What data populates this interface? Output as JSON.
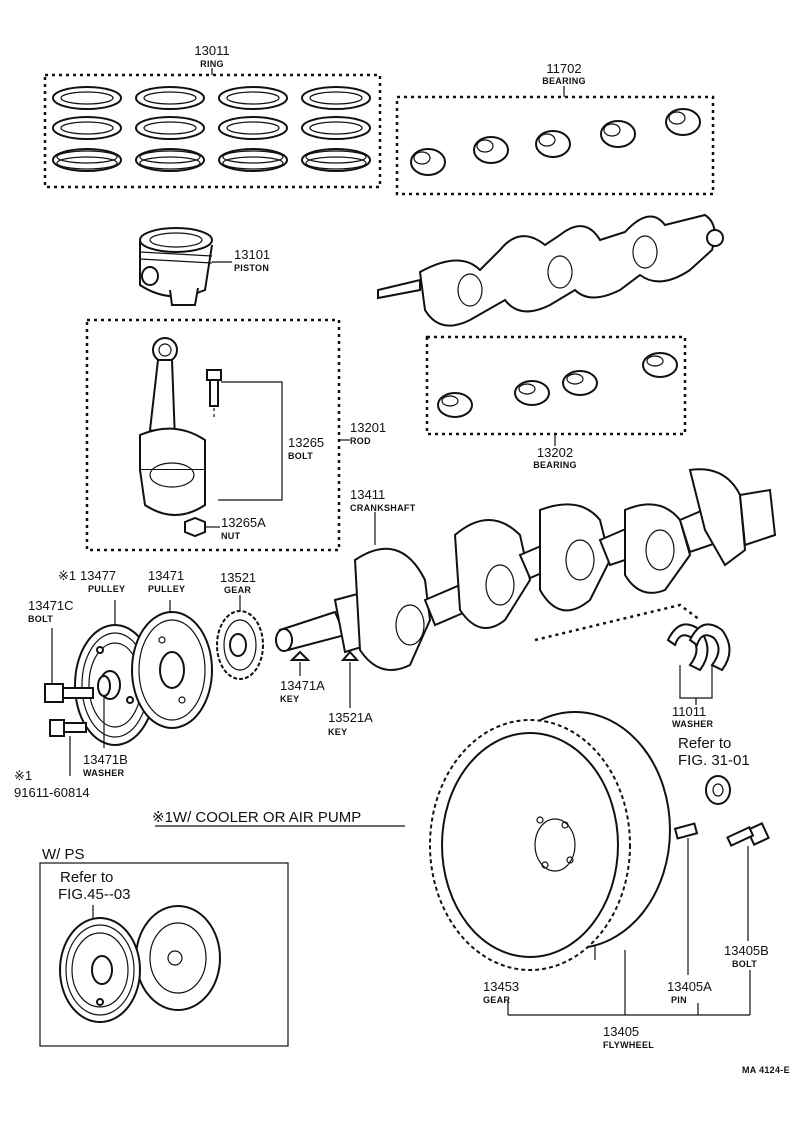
{
  "parts": {
    "ring": {
      "number": "13011",
      "name": "RING"
    },
    "bearing_upper": {
      "number": "11702",
      "name": "BEARING"
    },
    "piston": {
      "number": "13101",
      "name": "PISTON"
    },
    "rod": {
      "number": "13201",
      "name": "ROD"
    },
    "rod_bolt": {
      "number": "13265",
      "name": "BOLT"
    },
    "rod_nut": {
      "number": "13265A",
      "name": "NUT"
    },
    "bearing_lower": {
      "number": "13202",
      "name": "BEARING"
    },
    "crankshaft": {
      "number": "13411",
      "name": "CRANKSHAFT"
    },
    "pulley_alt": {
      "mark": "※1",
      "number": "13477",
      "name": "PULLEY"
    },
    "pulley": {
      "number": "13471",
      "name": "PULLEY"
    },
    "gear": {
      "number": "13521",
      "name": "GEAR"
    },
    "bolt": {
      "number": "13471C",
      "name": "BOLT"
    },
    "key_pulley": {
      "number": "13471A",
      "name": "KEY"
    },
    "key_gear": {
      "number": "13521A",
      "name": "KEY"
    },
    "washer_pulley": {
      "number": "13471B",
      "name": "WASHER"
    },
    "bolt_alt": {
      "mark": "※1",
      "number": "91611-60814"
    },
    "thrust_washer": {
      "number": "11011",
      "name": "WASHER"
    },
    "flywheel_gear": {
      "number": "13453",
      "name": "GEAR"
    },
    "flywheel": {
      "number": "13405",
      "name": "FLYWHEEL"
    },
    "flywheel_pin": {
      "number": "13405A",
      "name": "PIN"
    },
    "flywheel_bolt": {
      "number": "13405B",
      "name": "BOLT"
    }
  },
  "notes": {
    "cooler": "※1W/ COOLER OR AIR PUMP",
    "refer_fig31_line1": "Refer to",
    "refer_fig31_line2": "FIG. 31-01",
    "wps_title": "W/ PS",
    "refer_fig45_line1": "Refer to",
    "refer_fig45_line2": "FIG.45--03",
    "drawing_code": "MA 4124-E"
  }
}
